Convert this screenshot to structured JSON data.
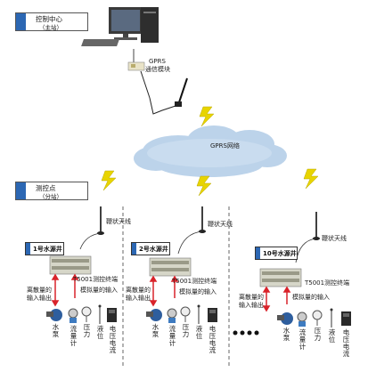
{
  "control_center": {
    "title": "控制中心",
    "subtitle": "（主站）"
  },
  "gprs_module": {
    "line1": "GPRS",
    "line2": "通信模块"
  },
  "network": {
    "label": "GPRS网络"
  },
  "measure_point": {
    "title": "测控点",
    "subtitle": "（分站）"
  },
  "stations": [
    {
      "antenna": "鞭状天线",
      "well": "1号水源井",
      "terminal": "T5001测控终端",
      "discrete": [
        "离散量的",
        "输入输出"
      ],
      "analog": "模拟量的输入",
      "devices": [
        "水泵",
        "流量计",
        "压力",
        "液位",
        "电压电流"
      ]
    },
    {
      "antenna": "鞭状天线",
      "well": "2号水源井",
      "terminal": "T5001测控终端",
      "discrete": [
        "离散量的",
        "输入输出"
      ],
      "analog": "模拟量的输入",
      "devices": [
        "水泵",
        "流量计",
        "压力",
        "液位",
        "电压电流"
      ]
    },
    {
      "antenna": "鞭状天线",
      "well": "10号水源井",
      "terminal": "T5001测控终端",
      "discrete": [
        "离散量的",
        "输入输出"
      ],
      "analog": "模拟量的输入",
      "devices": [
        "水泵",
        "流量计",
        "压力",
        "液位",
        "电压电流"
      ]
    }
  ],
  "colors": {
    "accent": "#2c67b3",
    "arrow": "#d9232a",
    "lightning": "#e8d400",
    "cloud": "#bcd3ea"
  }
}
